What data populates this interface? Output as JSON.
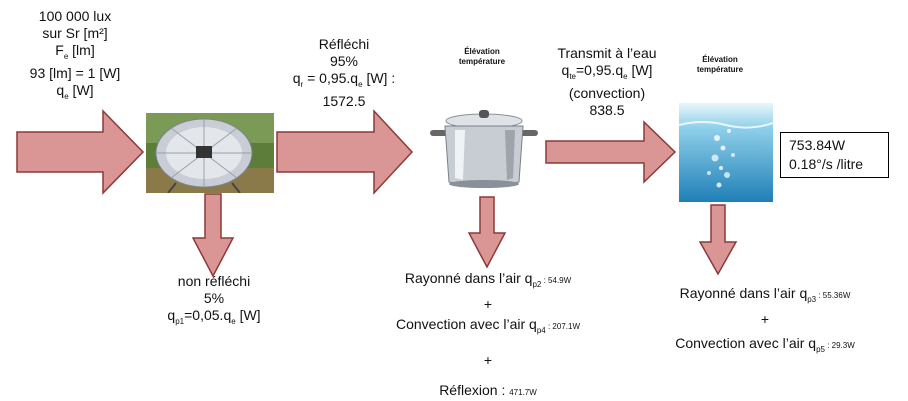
{
  "source": {
    "line1": "100 000 lux",
    "line2": "sur Sr [m²]",
    "line3_main": "F",
    "line3_sub": "e",
    "line3_tail": " [lm]",
    "line4": "93 [lm] = 1 [W]",
    "line5_main": "q",
    "line5_sub": "e",
    "line5_tail": " [W]"
  },
  "reflected": {
    "title": "Réfléchi",
    "percent": "95%",
    "formula_a": "q",
    "formula_a_sub": "r",
    "formula_b": " = 0,95.q",
    "formula_b_sub": "e",
    "formula_c": " [W] :",
    "value": "1572.5"
  },
  "not_reflected": {
    "title": "non réfléchi",
    "percent": "5%",
    "formula_a": "q",
    "formula_a_sub": "p1",
    "formula_b": "=0,05.q",
    "formula_b_sub": "e",
    "formula_c": " [W]"
  },
  "pot_label": {
    "line1": "Élévation",
    "line2": "température"
  },
  "transmitted": {
    "title": "Transmit à l’eau",
    "formula_a": "q",
    "formula_a_sub": "te",
    "formula_b": "=0,95.q",
    "formula_b_sub": "e",
    "formula_c": " [W]",
    "mode": "(convection)",
    "value": "838.5"
  },
  "water_label": {
    "line1": "Élévation",
    "line2": "température"
  },
  "result_box": {
    "line1": "753.84W",
    "line2": "0.18°/s /litre"
  },
  "pot_losses": {
    "rad_text": "Rayonné dans l’air q",
    "rad_sub": "p2",
    "rad_value": " : 54.9W",
    "plus1": "+",
    "conv_text": "Convection avec l’air q",
    "conv_sub": "p4",
    "conv_value": " : 207.1W",
    "plus2": "+",
    "refl_text": "Réflexion : ",
    "refl_value": "471.7W"
  },
  "water_losses": {
    "rad_text": "Rayonné dans l’air q",
    "rad_sub": "p3",
    "rad_value": " : 55.36W",
    "plus": "+",
    "conv_text": "Convection avec l’air q",
    "conv_sub": "p5",
    "conv_value": " : 29.3W"
  },
  "colors": {
    "arrow_fill": "#d99694",
    "arrow_stroke": "#8c3a38"
  }
}
